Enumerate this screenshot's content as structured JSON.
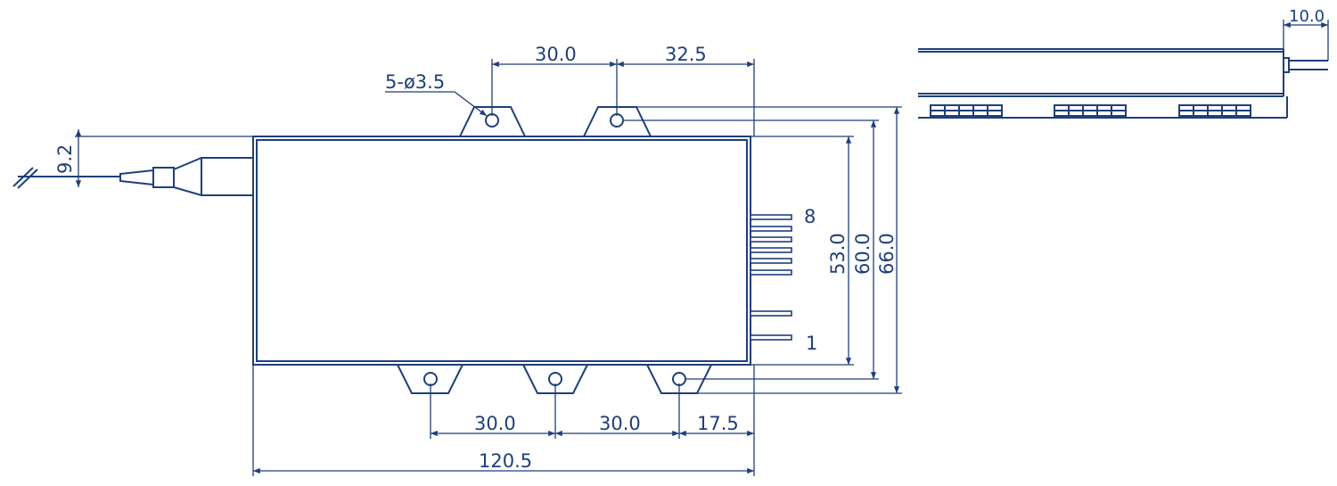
{
  "drawing": {
    "hole_callout": "5-ø3.5",
    "dims": {
      "top_hole_pitch": "30.0",
      "top_hole_edge": "32.5",
      "fiber_offset": "9.2",
      "width_inner": "53.0",
      "width_holes": "60.0",
      "width_outer": "66.0",
      "bottom_pitch_1": "30.0",
      "bottom_pitch_2": "30.0",
      "bottom_edge": "17.5",
      "overall_length": "120.5",
      "side_pin_length": "10.0"
    },
    "pins": {
      "top_label": "8",
      "bottom_label": "1"
    }
  }
}
